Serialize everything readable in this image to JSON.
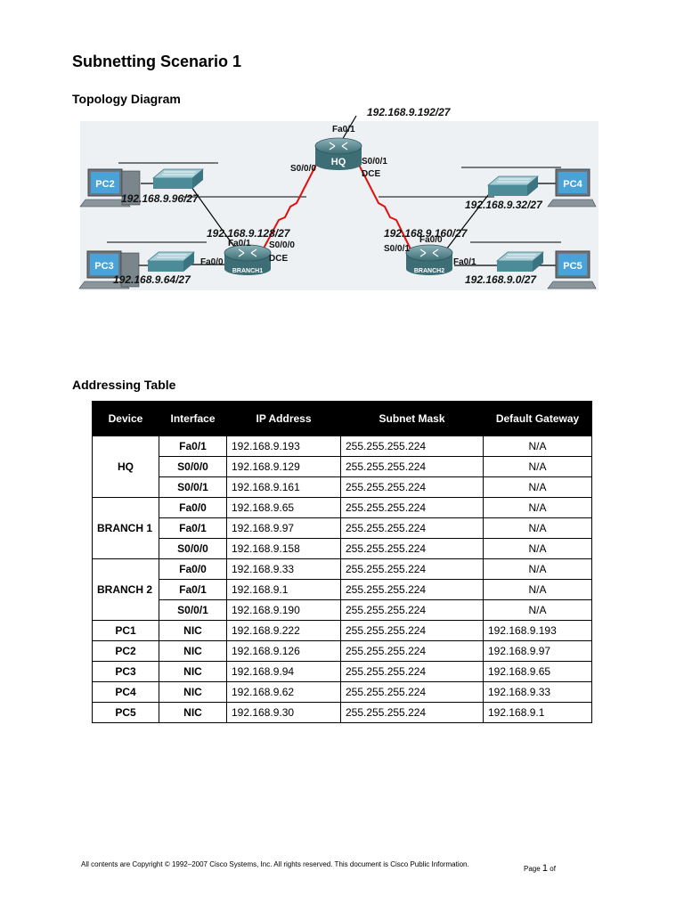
{
  "title": "Subnetting Scenario 1",
  "sections": {
    "topology_heading": "Topology Diagram",
    "addressing_heading": "Addressing Table"
  },
  "topology": {
    "devices": {
      "hq": "HQ",
      "branch1": "BRANCH1",
      "branch2": "BRANCH2",
      "pc2": "PC2",
      "pc3": "PC3",
      "pc4": "PC4",
      "pc5": "PC5"
    },
    "subnets": {
      "hq_lan": "192.168.9.192/27",
      "b1_lan1": "192.168.9.96/27",
      "b1_wan": "192.168.9.128/27",
      "b1_lan0": "192.168.9.64/27",
      "b2_wan": "192.168.9.160/27",
      "b2_lan0": "192.168.9.32/27",
      "b2_lan1": "192.168.9.0/27"
    },
    "interfaces": {
      "hq_fa01": "Fa0/1",
      "hq_s000": "S0/0/0",
      "hq_s001": "S0/0/1",
      "hq_dce": "DCE",
      "b1_fa01": "Fa0/1",
      "b1_fa00": "Fa0/0",
      "b1_s000": "S0/0/0",
      "b1_dce": "DCE",
      "b2_fa00": "Fa0/0",
      "b2_s001": "S0/0/1",
      "b2_fa01": "Fa0/1"
    }
  },
  "table": {
    "headers": [
      "Device",
      "Interface",
      "IP Address",
      "Subnet Mask",
      "Default Gateway"
    ],
    "groups": [
      {
        "device": "HQ",
        "rows": [
          {
            "interface": "Fa0/1",
            "ip": "192.168.9.193",
            "mask": "255.255.255.224",
            "gateway": "N/A"
          },
          {
            "interface": "S0/0/0",
            "ip": "192.168.9.129",
            "mask": "255.255.255.224",
            "gateway": "N/A"
          },
          {
            "interface": "S0/0/1",
            "ip": "192.168.9.161",
            "mask": "255.255.255.224",
            "gateway": "N/A"
          }
        ]
      },
      {
        "device": "BRANCH 1",
        "rows": [
          {
            "interface": "Fa0/0",
            "ip": "192.168.9.65",
            "mask": "255.255.255.224",
            "gateway": "N/A"
          },
          {
            "interface": "Fa0/1",
            "ip": "192.168.9.97",
            "mask": "255.255.255.224",
            "gateway": "N/A"
          },
          {
            "interface": "S0/0/0",
            "ip": "192.168.9.158",
            "mask": "255.255.255.224",
            "gateway": "N/A"
          }
        ]
      },
      {
        "device": "BRANCH 2",
        "rows": [
          {
            "interface": "Fa0/0",
            "ip": "192.168.9.33",
            "mask": "255.255.255.224",
            "gateway": "N/A"
          },
          {
            "interface": "Fa0/1",
            "ip": "192.168.9.1",
            "mask": "255.255.255.224",
            "gateway": "N/A"
          },
          {
            "interface": "S0/0/1",
            "ip": "192.168.9.190",
            "mask": "255.255.255.224",
            "gateway": "N/A"
          }
        ]
      }
    ],
    "pcs": [
      {
        "device": "PC1",
        "interface": "NIC",
        "ip": "192.168.9.222",
        "mask": "255.255.255.224",
        "gateway": "192.168.9.193"
      },
      {
        "device": "PC2",
        "interface": "NIC",
        "ip": "192.168.9.126",
        "mask": "255.255.255.224",
        "gateway": "192.168.9.97"
      },
      {
        "device": "PC3",
        "interface": "NIC",
        "ip": "192.168.9.94",
        "mask": "255.255.255.224",
        "gateway": "192.168.9.65"
      },
      {
        "device": "PC4",
        "interface": "NIC",
        "ip": "192.168.9.62",
        "mask": "255.255.255.224",
        "gateway": "192.168.9.33"
      },
      {
        "device": "PC5",
        "interface": "NIC",
        "ip": "192.168.9.30",
        "mask": "255.255.255.224",
        "gateway": "192.168.9.1"
      }
    ]
  },
  "footer": {
    "copyright": "All contents are Copyright © 1992–2007 Cisco Systems, Inc. All rights reserved. This document is Cisco Public Information.",
    "page_prefix": "Page",
    "page_number": "1",
    "page_suffix": "of"
  },
  "colors": {
    "serial_link": "#e01010",
    "router": "#4f7f86",
    "switch": "#5e9aa6",
    "pc_screen": "#4aa3d8",
    "diagram_bg": "#eef1f3"
  }
}
